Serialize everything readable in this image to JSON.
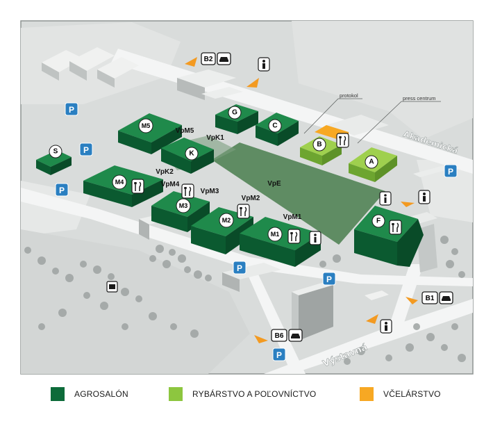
{
  "colors": {
    "agrosalon": "#0d6b3a",
    "rybarstvo": "#8dc63f",
    "vcelarstvo": "#f7a823",
    "parking": "#2a7fc1",
    "gate": "#f39a21"
  },
  "halls": {
    "S": "S",
    "M5": "M5",
    "M4": "M4",
    "M3": "M3",
    "M2": "M2",
    "M1": "M1",
    "K": "K",
    "G": "G",
    "C": "C",
    "F": "F",
    "B": "B",
    "A": "A"
  },
  "areas": {
    "VpM5": "VpM5",
    "VpK1": "VpK1",
    "VpK2": "VpK2",
    "VpM4": "VpM4",
    "VpM3": "VpM3",
    "VpM2": "VpM2",
    "VpM1": "VpM1",
    "VpE": "VpE"
  },
  "gates": {
    "B2": "B2",
    "B1": "B1",
    "B6": "B6"
  },
  "parking_label": "P",
  "annotations": {
    "protokol": "protokol",
    "press": "press centrum"
  },
  "streets": {
    "akademicka": "Akademická",
    "vystavna": "Výstavná"
  },
  "legend": [
    {
      "label": "AGROSALÓN",
      "color": "#0d6b3a"
    },
    {
      "label": "RYBÁRSTVO A POĽOVNÍCTVO",
      "color": "#8dc63f"
    },
    {
      "label": "VČELÁRSTVO",
      "color": "#f7a823"
    }
  ]
}
